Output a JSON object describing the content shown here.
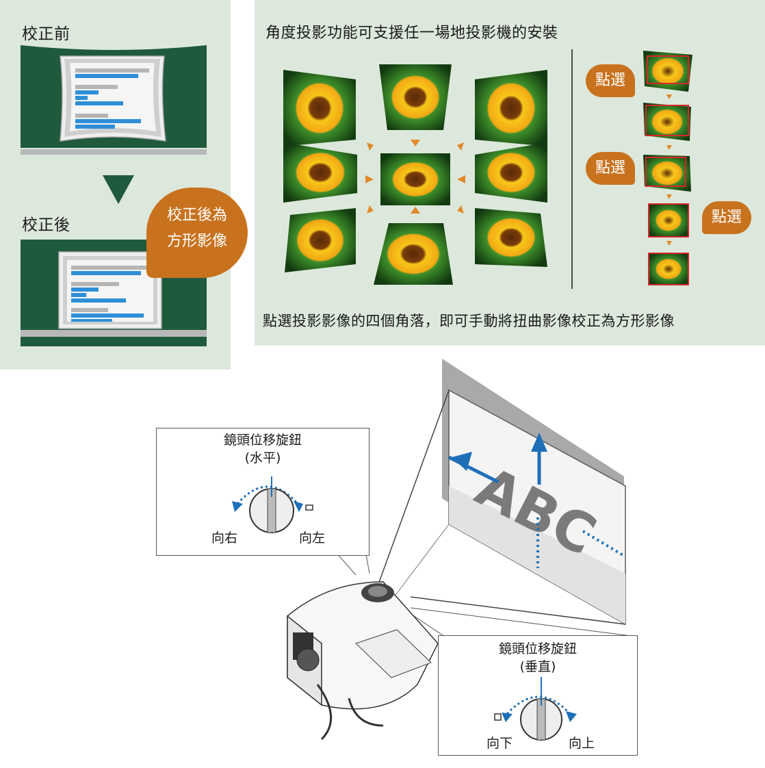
{
  "before_after": {
    "before_label": "校正前",
    "after_label": "校正後",
    "bubble_line1": "校正後為",
    "bubble_line2": "方形影像"
  },
  "angle_panel": {
    "title": "角度投影功能可支援任一場地投影機的安裝",
    "caption": "點選投影影像的四個角落，即可手動將扭曲影像校正為方形影像",
    "click_label": "點選"
  },
  "knob_horizontal": {
    "title": "鏡頭位移旋鈕",
    "subtitle": "(水平)",
    "left_label": "向右",
    "right_label": "向左"
  },
  "knob_vertical": {
    "title": "鏡頭位移旋鈕",
    "subtitle": "(垂直)",
    "left_label": "向下",
    "right_label": "向上"
  },
  "screen_text": "ABC",
  "colors": {
    "panel_bg": "#dde8dc",
    "board_green": "#1f5a3c",
    "accent_orange": "#c9721e",
    "bar_blue": "#2e8fd8",
    "bar_gray": "#b5b5b5",
    "arrow_blue": "#1e6fb8"
  }
}
